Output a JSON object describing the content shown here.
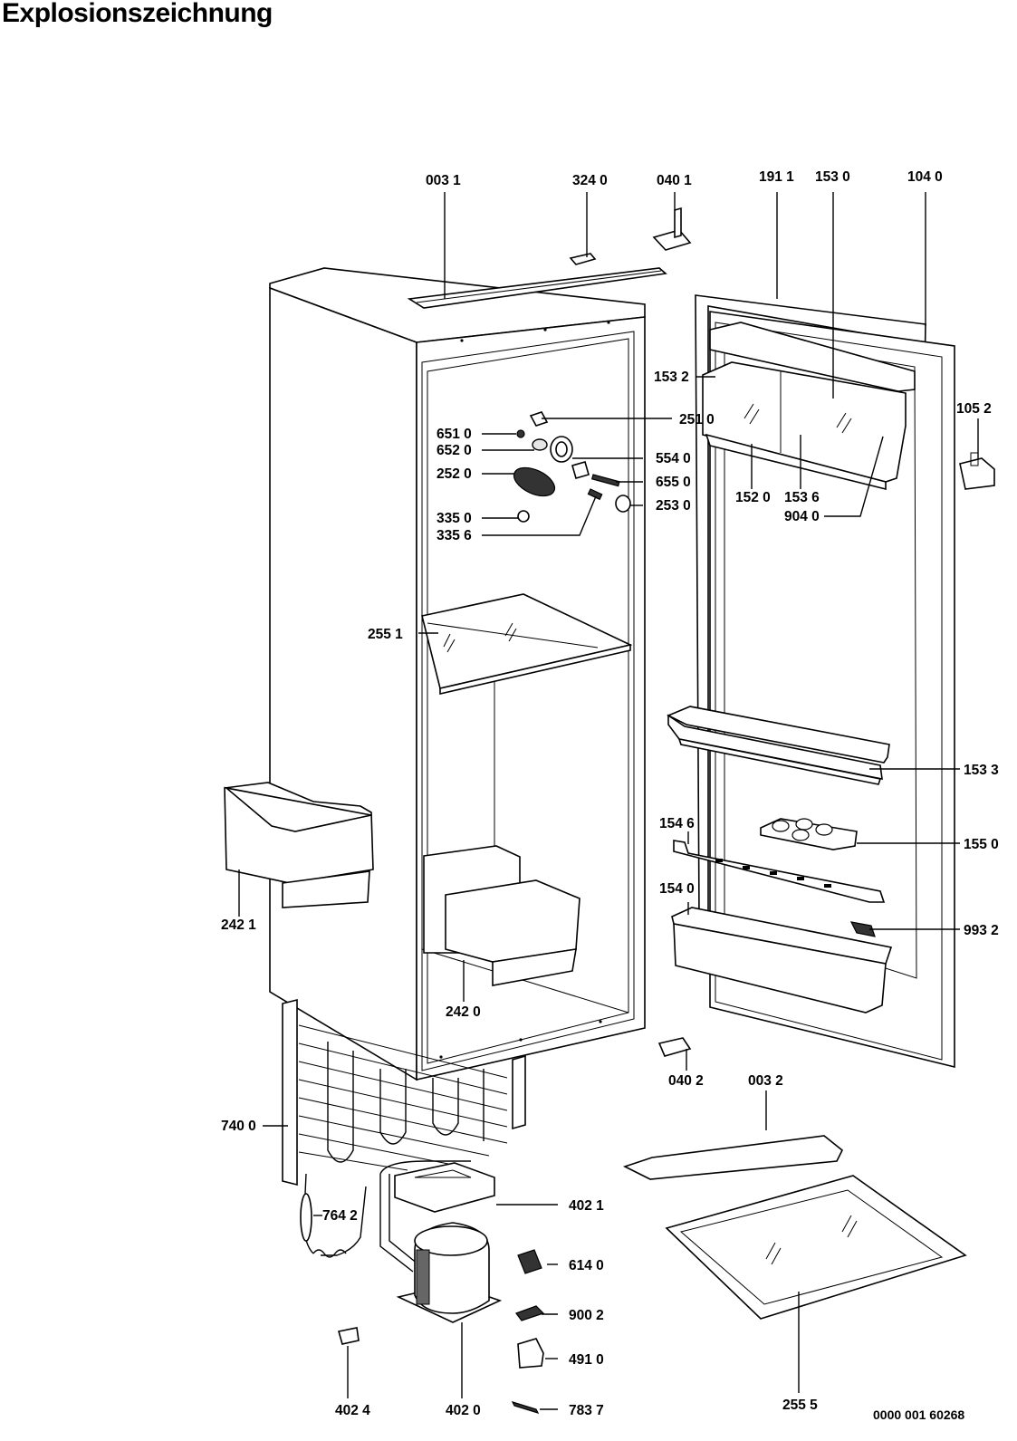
{
  "title": "Explosionszeichnung",
  "document_number": "0000 001 60268",
  "part_labels": {
    "p0031": "003 1",
    "p3240": "324 0",
    "p0401": "040 1",
    "p1911": "191 1",
    "p1530": "153 0",
    "p1040": "104 0",
    "p1532": "153 2",
    "p1052": "105 2",
    "p6510": "651 0",
    "p2510": "251 0",
    "p6520": "652 0",
    "p5540": "554 0",
    "p2520": "252 0",
    "p6550": "655 0",
    "p1520": "152 0",
    "p1536": "153 6",
    "p2530": "253 0",
    "p9040": "904 0",
    "p3350": "335 0",
    "p3356": "335 6",
    "p2551": "255 1",
    "p1533": "153 3",
    "p1546": "154 6",
    "p1550": "155 0",
    "p2421": "242 1",
    "p1540": "154 0",
    "p9932": "993 2",
    "p2420": "242 0",
    "p0402": "040 2",
    "p0032": "003 2",
    "p7400": "740 0",
    "p4021": "402 1",
    "p7642": "764 2",
    "p6140": "614 0",
    "p9002": "900 2",
    "p4910": "491 0",
    "p2555": "255 5",
    "p4024": "402 4",
    "p4020": "402 0",
    "p7837": "783 7"
  }
}
